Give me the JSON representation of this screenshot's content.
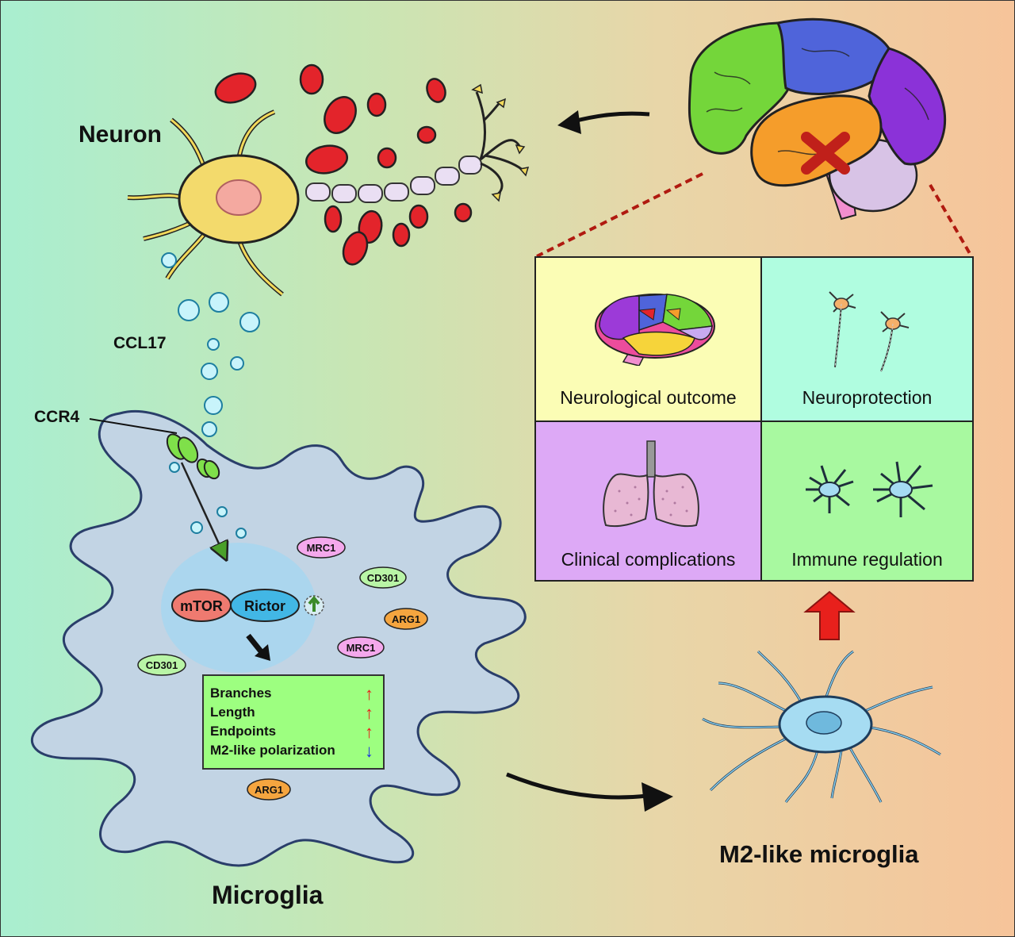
{
  "labels": {
    "neuron": "Neuron",
    "ccl17": "CCL17",
    "ccr4": "CCR4",
    "microglia": "Microglia",
    "m2_microglia": "M2-like microglia"
  },
  "markers": {
    "mtor": "mTOR",
    "rictor": "Rictor",
    "mrc1": "MRC1",
    "cd301": "CD301",
    "arg1": "ARG1"
  },
  "effects": [
    {
      "label": "Branches",
      "direction": "up",
      "color": "#e8201c"
    },
    {
      "label": "Length",
      "direction": "up",
      "color": "#e8201c"
    },
    {
      "label": "Endpoints",
      "direction": "up",
      "color": "#e8201c"
    },
    {
      "label": "M2-like polarization",
      "direction": "down",
      "color": "#1a2ee0"
    }
  ],
  "outcomes": [
    {
      "label": "Neurological outcome",
      "color": "#fbfdb5"
    },
    {
      "label": "Neuroprotection",
      "color": "#b0fde0"
    },
    {
      "label": "Clinical complications",
      "color": "#dda9f6"
    },
    {
      "label": "Immune regulation",
      "color": "#a8f9a0"
    }
  ],
  "colors": {
    "microglia_body": "#c2d4e4",
    "nucleus": "#a8d6ee",
    "receptor": "#7fe04a",
    "rbc": "#e3242b",
    "big_arrow": "#e8201c"
  }
}
